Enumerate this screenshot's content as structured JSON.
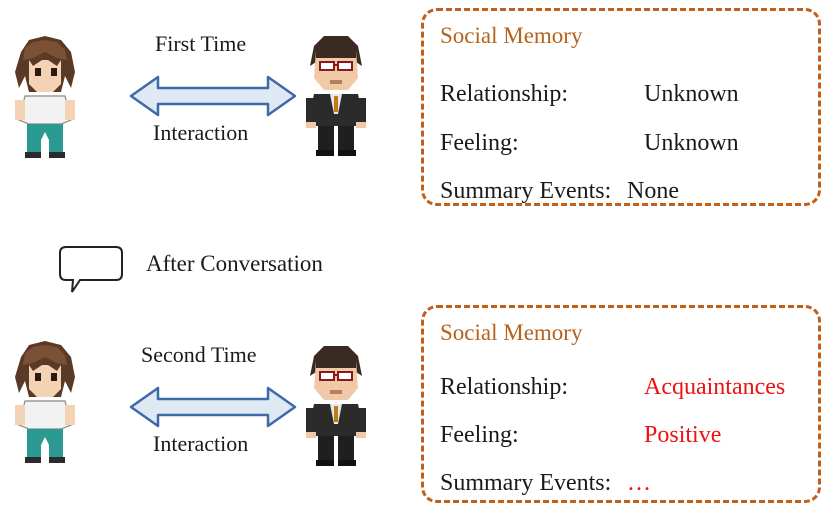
{
  "top": {
    "first_line": "First Time",
    "second_line": "Interaction",
    "memory": {
      "title": "Social Memory",
      "rows": [
        {
          "key": "Relationship:",
          "value": "Unknown"
        },
        {
          "key": "Feeling:",
          "value": "Unknown"
        },
        {
          "key": "Summary Events:",
          "value": "None"
        }
      ]
    }
  },
  "middle": {
    "after_label": "After Conversation",
    "icon": "speech-bubble-icon"
  },
  "bottom": {
    "first_line": "Second Time",
    "second_line": "Interaction",
    "memory": {
      "title": "Social Memory",
      "rows": [
        {
          "key": "Relationship:",
          "value": "Acquaintances"
        },
        {
          "key": "Feeling:",
          "value": "Positive"
        },
        {
          "key": "Summary Events:",
          "value": "…"
        }
      ]
    }
  },
  "colors": {
    "border": "#c0601b",
    "title": "#b5621d",
    "highlight": "#ee1111",
    "arrow_fill": "#dfe9f4",
    "arrow_stroke": "#3e6aa8"
  },
  "characters": [
    "girl-character-icon",
    "man-with-glasses-character-icon"
  ]
}
